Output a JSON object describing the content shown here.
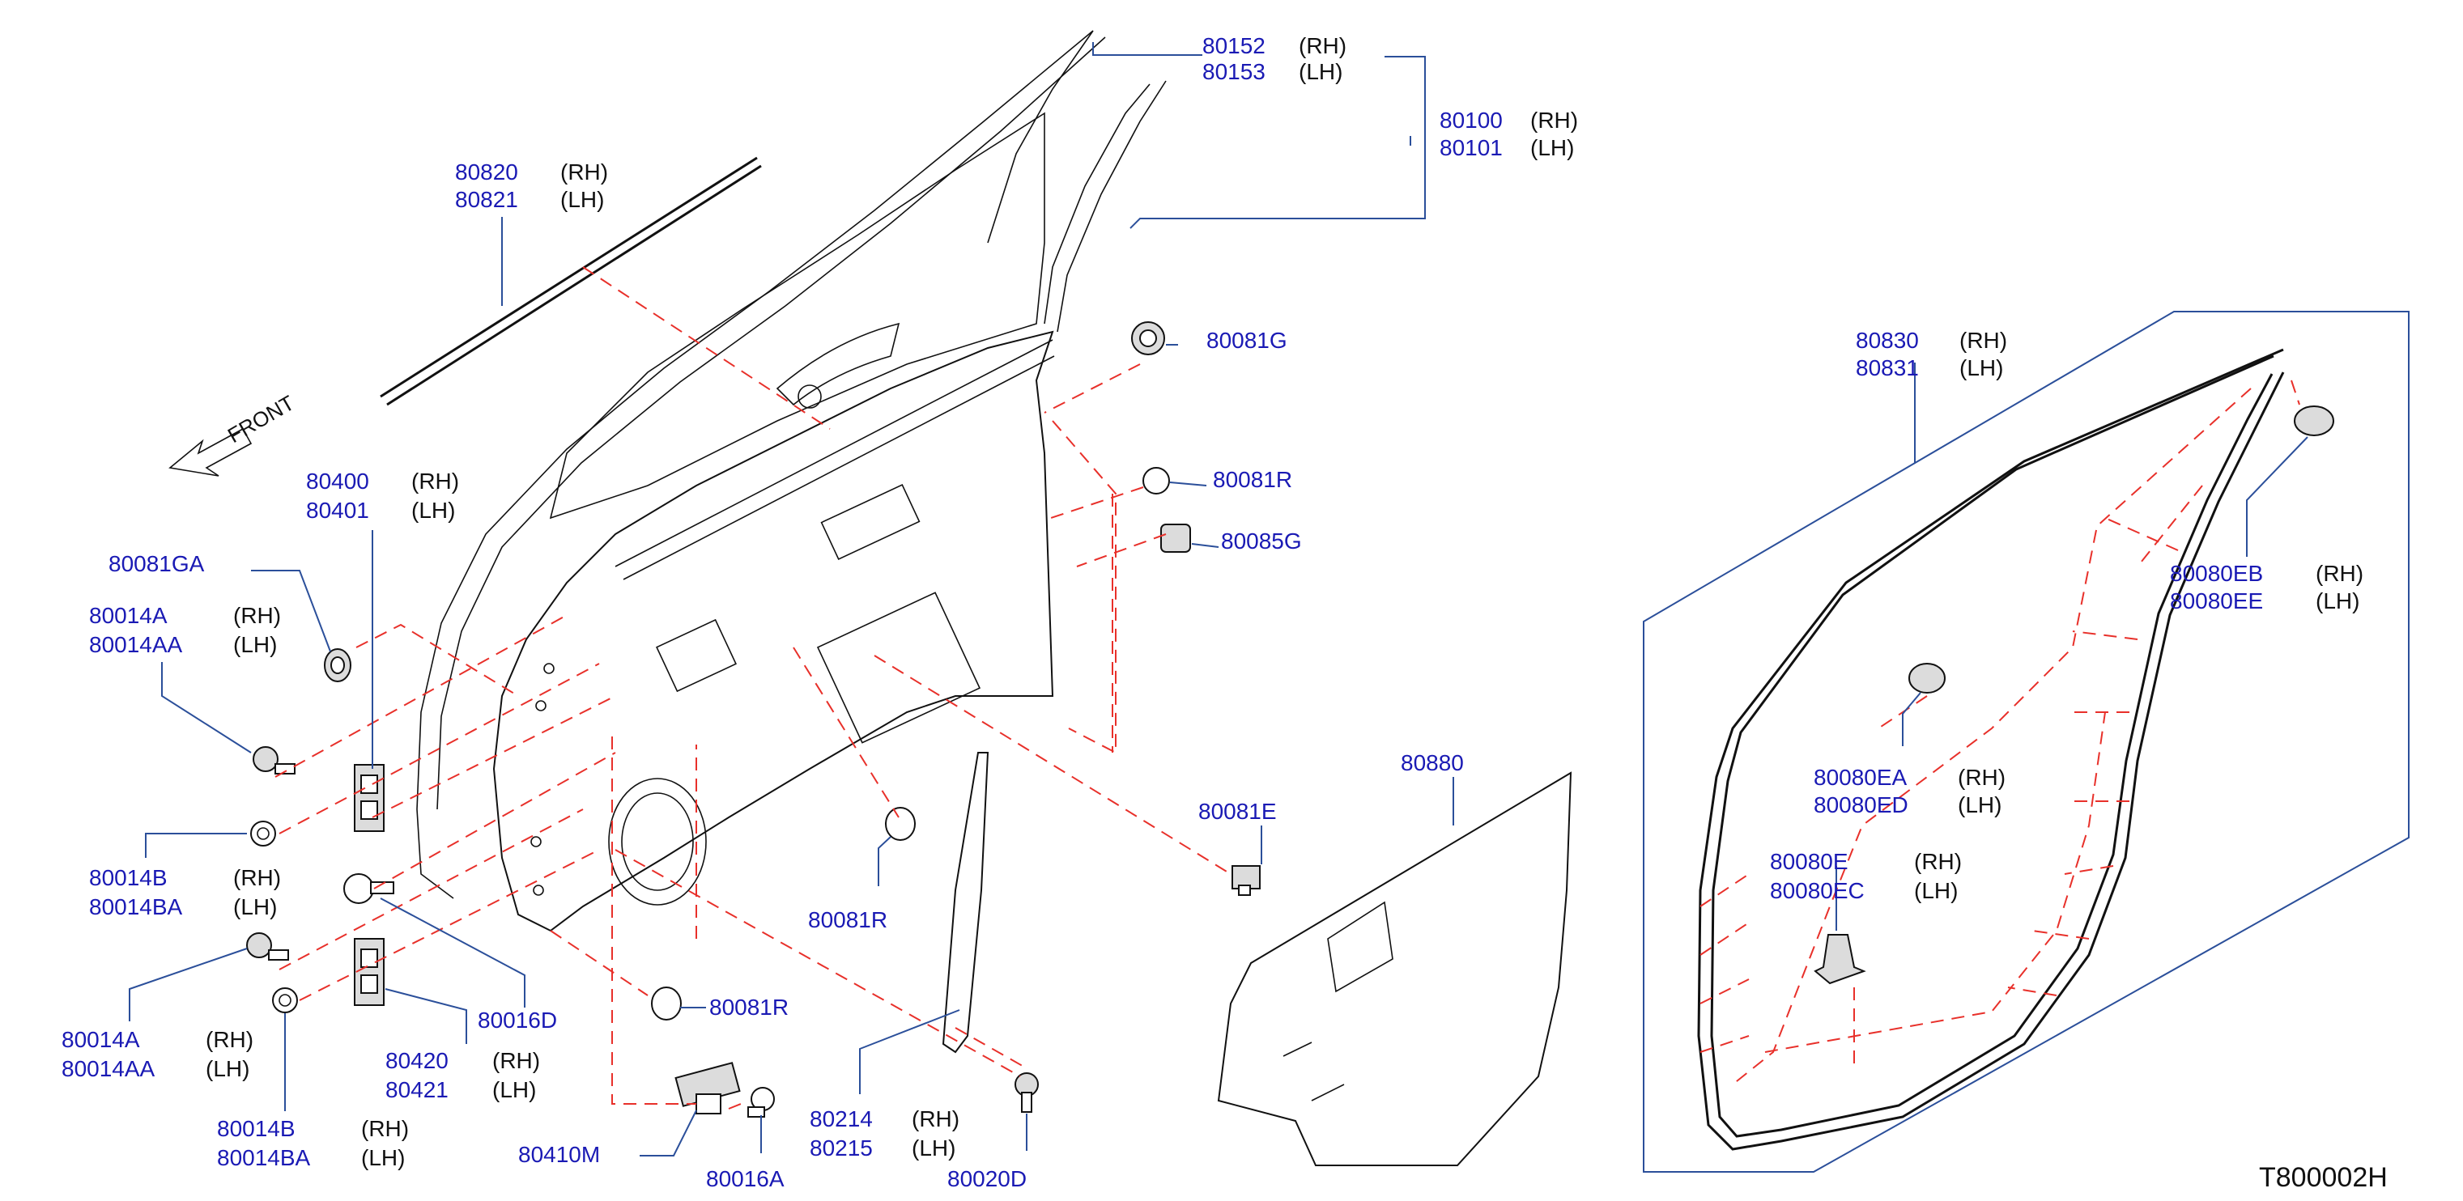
{
  "diagram_code": "T800002H",
  "front_label": "FRONT",
  "callouts": [
    {
      "id": "c80152",
      "parts": [
        {
          "num": "80152",
          "side": "(RH)"
        },
        {
          "num": "80153",
          "side": "(LH)"
        }
      ]
    },
    {
      "id": "c80100",
      "parts": [
        {
          "num": "80100",
          "side": "(RH)"
        },
        {
          "num": "80101",
          "side": "(LH)"
        }
      ]
    },
    {
      "id": "c80820",
      "parts": [
        {
          "num": "80820",
          "side": "(RH)"
        },
        {
          "num": "80821",
          "side": "(LH)"
        }
      ]
    },
    {
      "id": "c80081G",
      "parts": [
        {
          "num": "80081G",
          "side": ""
        }
      ]
    },
    {
      "id": "c80081R_a",
      "parts": [
        {
          "num": "80081R",
          "side": ""
        }
      ]
    },
    {
      "id": "c80085G",
      "parts": [
        {
          "num": "80085G",
          "side": ""
        }
      ]
    },
    {
      "id": "c80400",
      "parts": [
        {
          "num": "80400",
          "side": "(RH)"
        },
        {
          "num": "80401",
          "side": "(LH)"
        }
      ]
    },
    {
      "id": "c80081GA",
      "parts": [
        {
          "num": "80081GA",
          "side": ""
        }
      ]
    },
    {
      "id": "c80014A_top",
      "parts": [
        {
          "num": "80014A",
          "side": "(RH)"
        },
        {
          "num": "80014AA",
          "side": "(LH)"
        }
      ]
    },
    {
      "id": "c80014B_top",
      "parts": [
        {
          "num": "80014B",
          "side": "(RH)"
        },
        {
          "num": "80014BA",
          "side": "(LH)"
        }
      ]
    },
    {
      "id": "c80016D",
      "parts": [
        {
          "num": "80016D",
          "side": ""
        }
      ]
    },
    {
      "id": "c80014A_bot",
      "parts": [
        {
          "num": "80014A",
          "side": "(RH)"
        },
        {
          "num": "80014AA",
          "side": "(LH)"
        }
      ]
    },
    {
      "id": "c80014B_bot",
      "parts": [
        {
          "num": "80014B",
          "side": "(RH)"
        },
        {
          "num": "80014BA",
          "side": "(LH)"
        }
      ]
    },
    {
      "id": "c80420",
      "parts": [
        {
          "num": "80420",
          "side": "(RH)"
        },
        {
          "num": "80421",
          "side": "(LH)"
        }
      ]
    },
    {
      "id": "c80410M",
      "parts": [
        {
          "num": "80410M",
          "side": ""
        }
      ]
    },
    {
      "id": "c80016A",
      "parts": [
        {
          "num": "80016A",
          "side": ""
        }
      ]
    },
    {
      "id": "c80081R_b",
      "parts": [
        {
          "num": "80081R",
          "side": ""
        }
      ]
    },
    {
      "id": "c80081R_c",
      "parts": [
        {
          "num": "80081R",
          "side": ""
        }
      ]
    },
    {
      "id": "c80214",
      "parts": [
        {
          "num": "80214",
          "side": "(RH)"
        },
        {
          "num": "80215",
          "side": "(LH)"
        }
      ]
    },
    {
      "id": "c80020D",
      "parts": [
        {
          "num": "80020D",
          "side": ""
        }
      ]
    },
    {
      "id": "c80081E",
      "parts": [
        {
          "num": "80081E",
          "side": ""
        }
      ]
    },
    {
      "id": "c80880",
      "parts": [
        {
          "num": "80880",
          "side": ""
        }
      ]
    },
    {
      "id": "c80830",
      "parts": [
        {
          "num": "80830",
          "side": "(RH)"
        },
        {
          "num": "80831",
          "side": "(LH)"
        }
      ]
    },
    {
      "id": "c80080EB",
      "parts": [
        {
          "num": "80080EB",
          "side": "(RH)"
        },
        {
          "num": "80080EE",
          "side": "(LH)"
        }
      ]
    },
    {
      "id": "c80080EA",
      "parts": [
        {
          "num": "80080EA",
          "side": "(RH)"
        },
        {
          "num": "80080ED",
          "side": "(LH)"
        }
      ]
    },
    {
      "id": "c80080E",
      "parts": [
        {
          "num": "80080E",
          "side": "(RH)"
        },
        {
          "num": "80080EC",
          "side": "(LH)"
        }
      ]
    }
  ],
  "colors": {
    "part_number": "#1a1ab4",
    "leader": "#2b4f9a",
    "hidden_line": "#e8302a",
    "outline": "#111111"
  }
}
